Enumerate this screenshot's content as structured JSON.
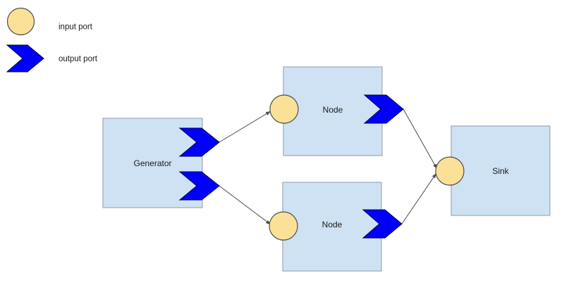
{
  "legend": {
    "items": [
      {
        "id": "input-port",
        "shape": "circle",
        "label": "input port"
      },
      {
        "id": "output-port",
        "shape": "chevron",
        "label": "output port"
      }
    ]
  },
  "diagram": {
    "nodes": [
      {
        "id": "generator",
        "label": "Generator",
        "inputs": 0,
        "outputs": 2
      },
      {
        "id": "node-top",
        "label": "Node",
        "inputs": 1,
        "outputs": 1
      },
      {
        "id": "node-bottom",
        "label": "Node",
        "inputs": 1,
        "outputs": 1
      },
      {
        "id": "sink",
        "label": "Sink",
        "inputs": 1,
        "outputs": 0
      }
    ],
    "edges": [
      {
        "from": "generator",
        "to": "node-top"
      },
      {
        "from": "generator",
        "to": "node-bottom"
      },
      {
        "from": "node-top",
        "to": "sink"
      },
      {
        "from": "node-bottom",
        "to": "sink"
      }
    ]
  },
  "colors": {
    "node_fill": "#CFE2F3",
    "node_stroke": "#8E9BA8",
    "input_port_fill": "#FBE198",
    "input_port_stroke": "#4F4F4F",
    "output_port_fill": "#0000FA",
    "output_port_stroke": "#00004D",
    "edge": "#4A4A4A",
    "label_text": "#1A1A1A"
  }
}
